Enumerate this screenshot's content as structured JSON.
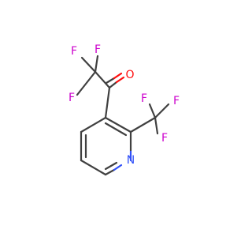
{
  "molecule": {
    "atoms": {
      "f1": "F",
      "f2": "F",
      "f3": "F",
      "o1": "O",
      "f4": "F",
      "f5": "F",
      "f6": "F",
      "n1": "N"
    },
    "colors": {
      "bond": "#404040",
      "fluorine": "#cc00cc",
      "oxygen": "#ff0d0d",
      "nitrogen": "#3050f8",
      "background": "#ffffff"
    }
  }
}
